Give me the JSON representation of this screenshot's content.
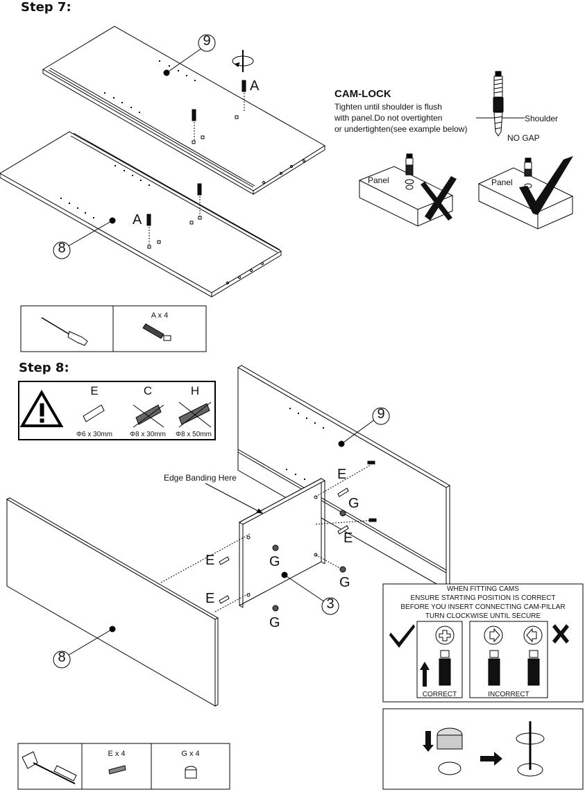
{
  "step7": {
    "title": "Step 7:",
    "part_labels": {
      "upper": "9",
      "lower": "8"
    },
    "letter_a": "A",
    "camlock": {
      "heading": "CAM-LOCK",
      "lines": [
        "Tighten until shoulder is flush",
        "with panel.Do not overtighten",
        "or undertighten(see example below)"
      ],
      "shoulder": "Shoulder",
      "nogap": "NO GAP",
      "panel": "Panel"
    },
    "parts_box": {
      "a_label": "A x 4"
    }
  },
  "step8": {
    "title": "Step 8:",
    "warning": {
      "items": [
        {
          "letter": "E",
          "spec": "Φ6 x 30mm",
          "crossed": false
        },
        {
          "letter": "C",
          "spec": "Φ8 x 30mm",
          "crossed": true
        },
        {
          "letter": "H",
          "spec": "Φ8 x 50mm",
          "crossed": true
        }
      ]
    },
    "edge_banding": "Edge Banding Here",
    "part_labels": {
      "top": "9",
      "side": "3",
      "bottom": "8"
    },
    "letters": {
      "e": "E",
      "g": "G"
    },
    "cams_note": {
      "lines": [
        "WHEN FITTING CAMS",
        "ENSURE STARTING POSITION IS CORRECT",
        "BEFORE YOU INSERT CONNECTING CAM-PILLAR",
        "TURN CLOCKWISE UNTIL SECURE"
      ],
      "correct": "CORRECT",
      "incorrect": "INCORRECT"
    },
    "parts_box": {
      "e_label": "E x 4",
      "g_label": "G x 4"
    }
  }
}
